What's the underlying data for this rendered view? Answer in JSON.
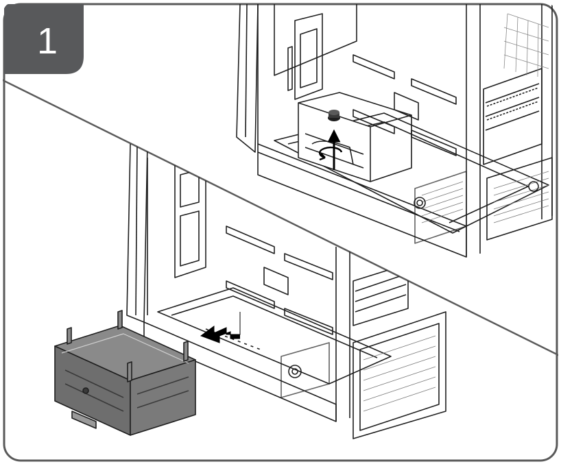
{
  "step": {
    "number": "1"
  },
  "colors": {
    "frame_border": "#5a5a5a",
    "badge_fill": "#58595b",
    "line_art": "#1e1e1e",
    "cage_fill": "#7a7a7a",
    "arrow_fill": "#000000",
    "background": "#ffffff"
  },
  "panels": [
    {
      "name": "thumbscrew-removal-detail",
      "icon": "arrow-up-icon",
      "secondary_icon": "rotate-counterclockwise-icon"
    },
    {
      "name": "drive-cage-slide-out",
      "icon": "arrow-left-icon"
    }
  ]
}
